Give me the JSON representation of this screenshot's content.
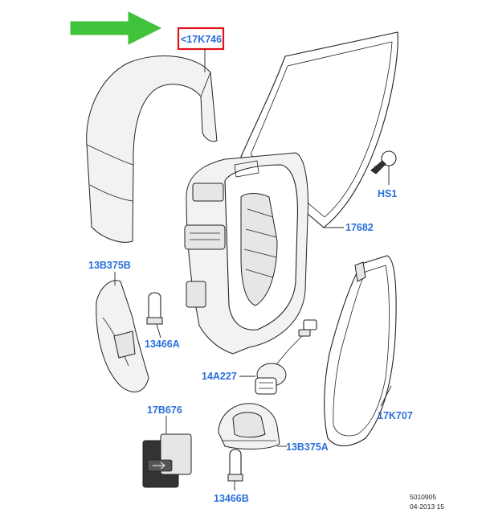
{
  "labels": {
    "cover": "<17K746",
    "glass_main": "17682",
    "screw": "HS1",
    "lamp_housing": "13B375B",
    "bulb_upper": "13466A",
    "connector": "14A227",
    "glass_insert": "17K707",
    "switch": "17B676",
    "lamp_lower": "13B375A",
    "bulb_lower": "13466B"
  },
  "reference": {
    "code": "5010905",
    "date": "04-2013 15"
  },
  "colors": {
    "label_blue": "#2a6fdb",
    "highlight_red": "#e0121a",
    "arrow_green": "#3ec33a"
  }
}
